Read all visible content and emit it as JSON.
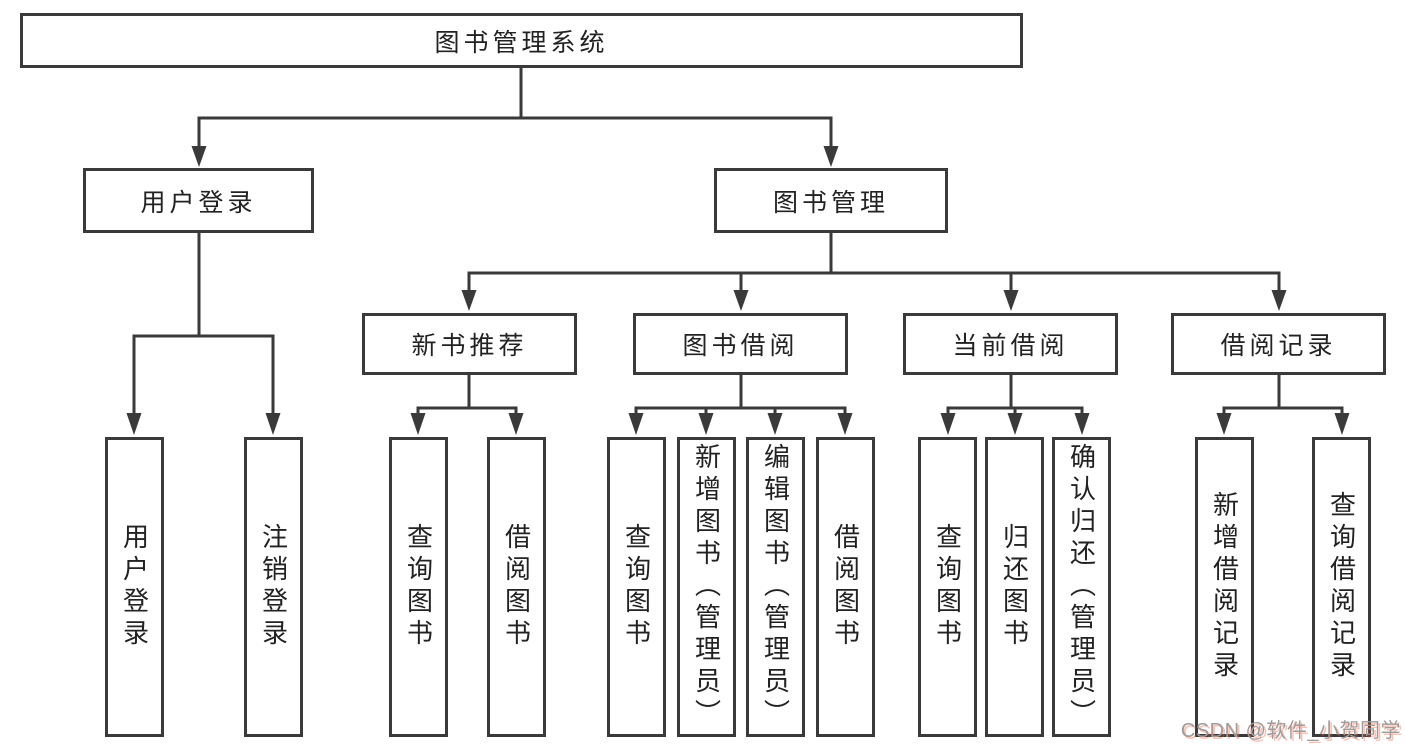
{
  "diagram": {
    "root": {
      "label": "图书管理系统"
    },
    "level2": [
      {
        "label": "用户登录"
      },
      {
        "label": "图书管理"
      }
    ],
    "level3": [
      {
        "label": "新书推荐"
      },
      {
        "label": "图书借阅"
      },
      {
        "label": "当前借阅"
      },
      {
        "label": "借阅记录"
      }
    ],
    "leaves": [
      {
        "label": "用户登录"
      },
      {
        "label": "注销登录"
      },
      {
        "label": "查询图书"
      },
      {
        "label": "借阅图书"
      },
      {
        "label": "查询图书"
      },
      {
        "label": "新增图书（管理员）"
      },
      {
        "label": "编辑图书（管理员）"
      },
      {
        "label": "借阅图书"
      },
      {
        "label": "查询图书"
      },
      {
        "label": "归还图书"
      },
      {
        "label": "确认归还（管理员）"
      },
      {
        "label": "新增借阅记录"
      },
      {
        "label": "查询借阅记录"
      }
    ]
  },
  "watermark": {
    "text": "CSDN @软件_小贺同学"
  },
  "colors": {
    "line": "#3a3a3a",
    "text": "#222222",
    "box_bg": "#ffffff",
    "watermark_text": "#9c9c9c"
  }
}
